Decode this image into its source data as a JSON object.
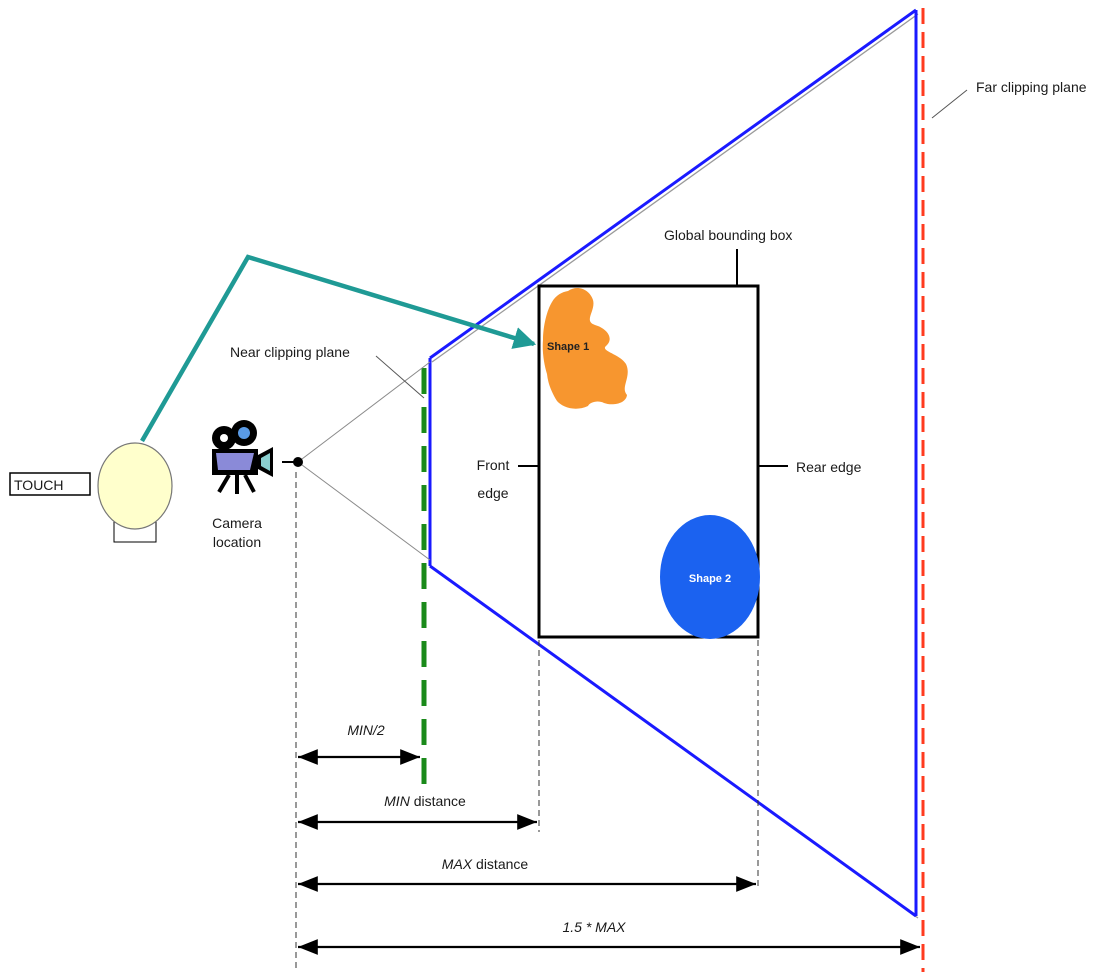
{
  "labels": {
    "far_clipping_plane": "Far clipping plane",
    "global_bounding_box": "Global bounding box",
    "near_clipping_plane": "Near clipping plane",
    "touch": "TOUCH",
    "camera_location_line1": "Camera",
    "camera_location_line2": "location",
    "front_edge_line1": "Front",
    "front_edge_line2": "edge",
    "rear_edge": "Rear edge",
    "shape1": "Shape 1",
    "shape2": "Shape 2"
  },
  "dimensions": {
    "min_half_italic": "MIN/2",
    "min_distance_italic": "MIN",
    "min_distance_suffix": " distance",
    "max_distance_italic": "MAX",
    "max_distance_suffix": " distance",
    "max_15": "1.5 * MAX"
  },
  "colors": {
    "frustum": "#1a1aff",
    "far_plane": "#ff3b1f",
    "near_plane": "#1a8a1a",
    "pointer_arrow": "#1f9a95",
    "shape1_fill": "#f7962f",
    "shape2_fill": "#1b62f0",
    "touch_fill": "#ffffcc"
  }
}
